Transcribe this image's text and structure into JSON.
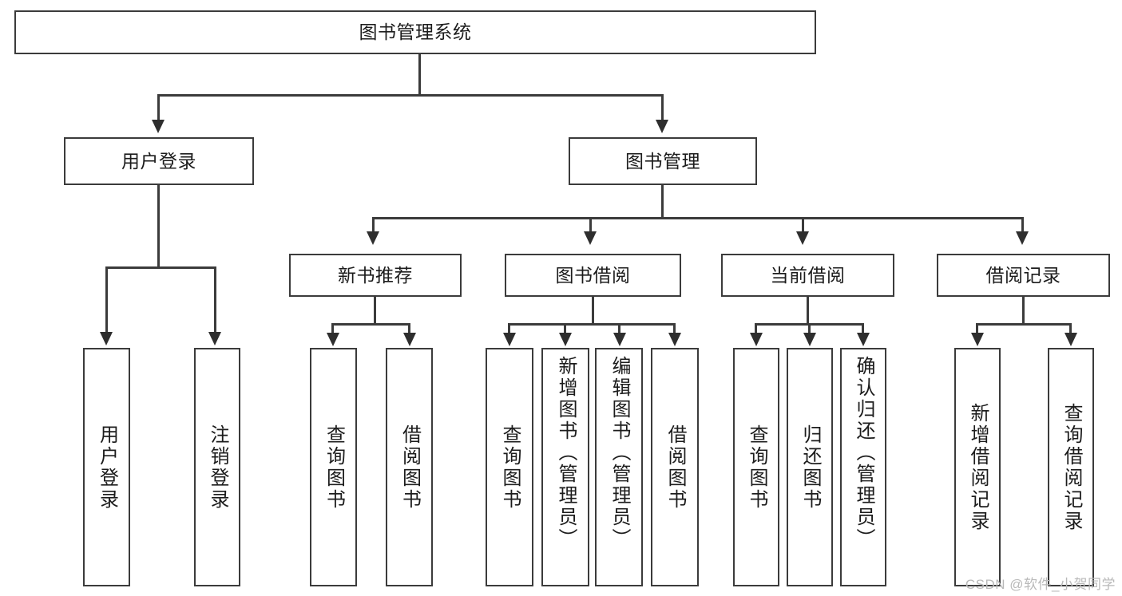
{
  "diagram": {
    "title": "图书管理系统",
    "type": "tree-hierarchy-chart",
    "root": {
      "label": "图书管理系统"
    },
    "level2": [
      {
        "label": "用户登录"
      },
      {
        "label": "图书管理"
      }
    ],
    "level3": [
      {
        "label": "新书推荐"
      },
      {
        "label": "图书借阅"
      },
      {
        "label": "当前借阅"
      },
      {
        "label": "借阅记录"
      }
    ],
    "leaves": {
      "user_login": [
        {
          "label": "用户登录"
        },
        {
          "label": "注销登录"
        }
      ],
      "new_book_recommend": [
        {
          "label": "查询图书"
        },
        {
          "label": "借阅图书"
        }
      ],
      "book_borrow": [
        {
          "label": "查询图书"
        },
        {
          "label": "新增图书（管理员）"
        },
        {
          "label": "编辑图书（管理员）"
        },
        {
          "label": "借阅图书"
        }
      ],
      "current_borrow": [
        {
          "label": "查询图书"
        },
        {
          "label": "归还图书"
        },
        {
          "label": "确认归还（管理员）"
        }
      ],
      "borrow_record": [
        {
          "label": "新增借阅记录"
        },
        {
          "label": "查询借阅记录"
        }
      ]
    },
    "watermark": "CSDN @软件_小贺同学",
    "colors": {
      "box_border": "#3b3b3b",
      "connector": "#3b3b3b",
      "background": "#ffffff",
      "text": "#1c1c1c",
      "watermark": "#b9b9b9"
    }
  }
}
